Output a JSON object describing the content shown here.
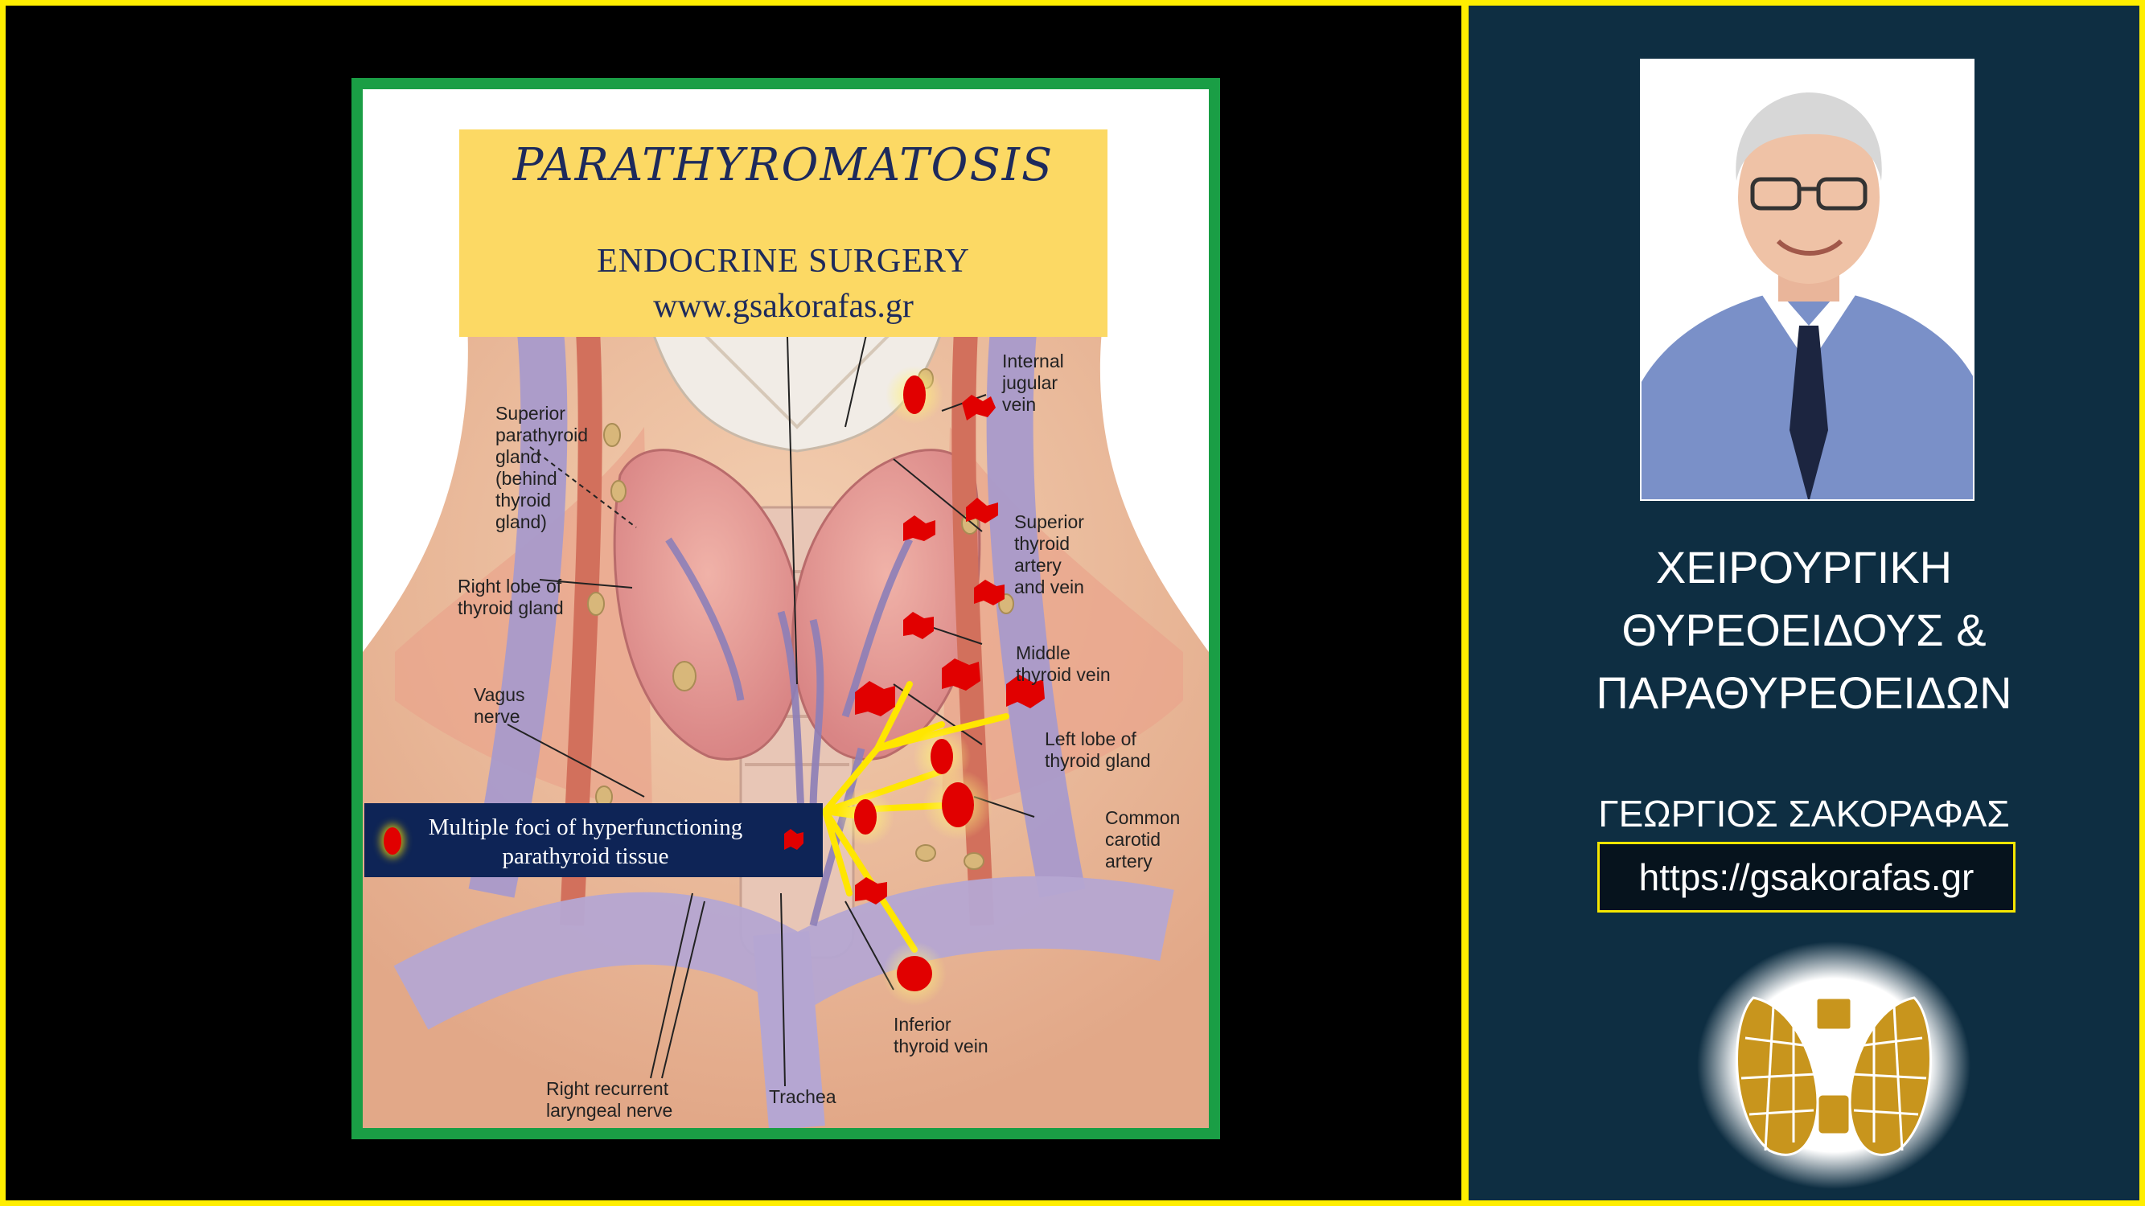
{
  "slide": {
    "colors": {
      "frame": "#ffee00",
      "card_border": "#1a9e45",
      "banner": "#fcd964",
      "right_bg": "#0e2e42",
      "legend_bg": "#0e2456",
      "focus_red": "#e10000",
      "lead_yellow": "#ffe600"
    }
  },
  "left": {
    "banner": {
      "title": "PARATHYROMATOSIS",
      "subtitle": "ENDOCRINE SURGERY",
      "url": "www.gsakorafas.gr"
    },
    "labels": {
      "superior_parathyroid": "Superior\nparathyroid\ngland\n(behind\nthyroid\ngland)",
      "right_lobe": "Right lobe of\nthyroid gland",
      "vagus": "Vagus\nnerve",
      "internal_jugular": "Internal\njugular\nvein",
      "superior_thyroid": "Superior\nthyroid\nartery\nand vein",
      "middle_thyroid": "Middle\nthyroid vein",
      "left_lobe": "Left lobe of\nthyroid gland",
      "common_carotid": "Common\ncarotid\nartery",
      "inferior_thyroid": "Inferior\nthyroid vein",
      "recurrent_laryngeal": "Right recurrent\nlaryngeal nerve",
      "trachea": "Trachea"
    },
    "legend": {
      "text": "Multiple foci of hyperfunctioning\nparathyroid tissue",
      "icons": [
        "red-focus-dot-icon",
        "red-focus-splat-icon"
      ]
    }
  },
  "right": {
    "portrait_alt": "photo-of-surgeon",
    "specialty_line1": "ΧΕΙΡΟΥΡΓΙΚΗ",
    "specialty_line2": "ΘΥΡΕΟΕΙΔΟΥΣ &",
    "specialty_line3": "ΠΑΡΑΘΥΡΕΟΕΙΔΩΝ",
    "name": "ΓΕΩΡΓΙΟΣ ΣΑΚΟΡΑΦΑΣ",
    "url": "https://gsakorafas.gr",
    "logo": "thyroid-mosaic-logo-icon"
  }
}
